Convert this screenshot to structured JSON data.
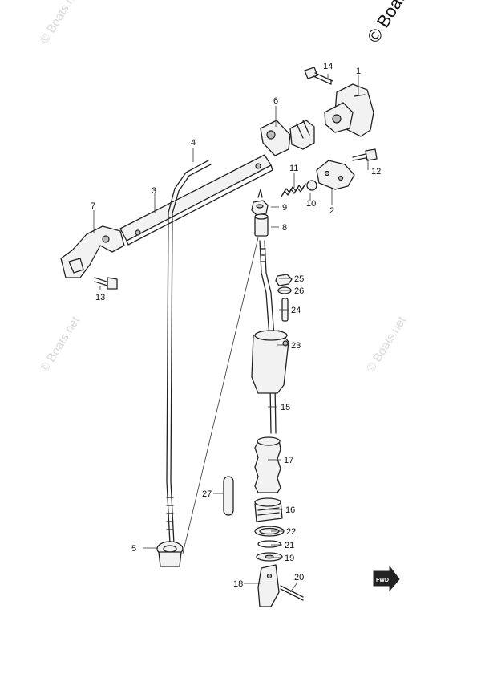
{
  "watermark": {
    "corner_text": "© Boats",
    "text": "© Boats.net"
  },
  "fwd_label": "FWD",
  "callouts": {
    "p1": "1",
    "p2": "2",
    "p3": "3",
    "p4": "4",
    "p5": "5",
    "p6": "6",
    "p7": "7",
    "p8": "8",
    "p9": "9",
    "p10": "10",
    "p11": "11",
    "p12": "12",
    "p13": "13",
    "p14": "14",
    "p15": "15",
    "p16": "16",
    "p17": "17",
    "p18": "18",
    "p19": "19",
    "p20": "20",
    "p21": "21",
    "p22": "22",
    "p23": "23",
    "p24": "24",
    "p25": "25",
    "p26": "26",
    "p27": "27"
  }
}
